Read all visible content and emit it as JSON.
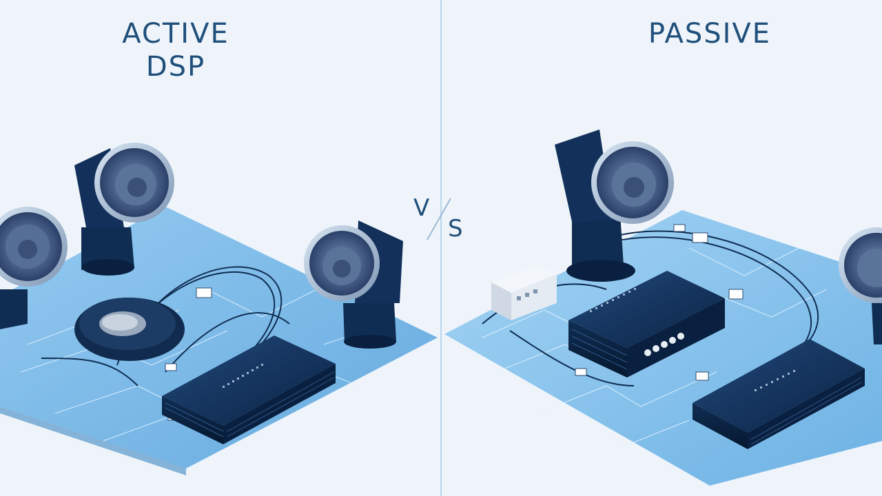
{
  "titles": {
    "left_line1": "ACTIVE",
    "left_line2": "DSP",
    "right": "PASSIVE",
    "vs_v": "V",
    "vs_s": "S"
  },
  "colors": {
    "background": "#eef4fa",
    "panel_blue": "#6fb3e6",
    "panel_light": "#9fd0f3",
    "navy": "#0f2d52",
    "title": "#1f4f7a"
  },
  "icons": {
    "speaker": "speaker-icon",
    "amplifier": "amplifier-box-icon",
    "wiring": "wire-icon"
  }
}
